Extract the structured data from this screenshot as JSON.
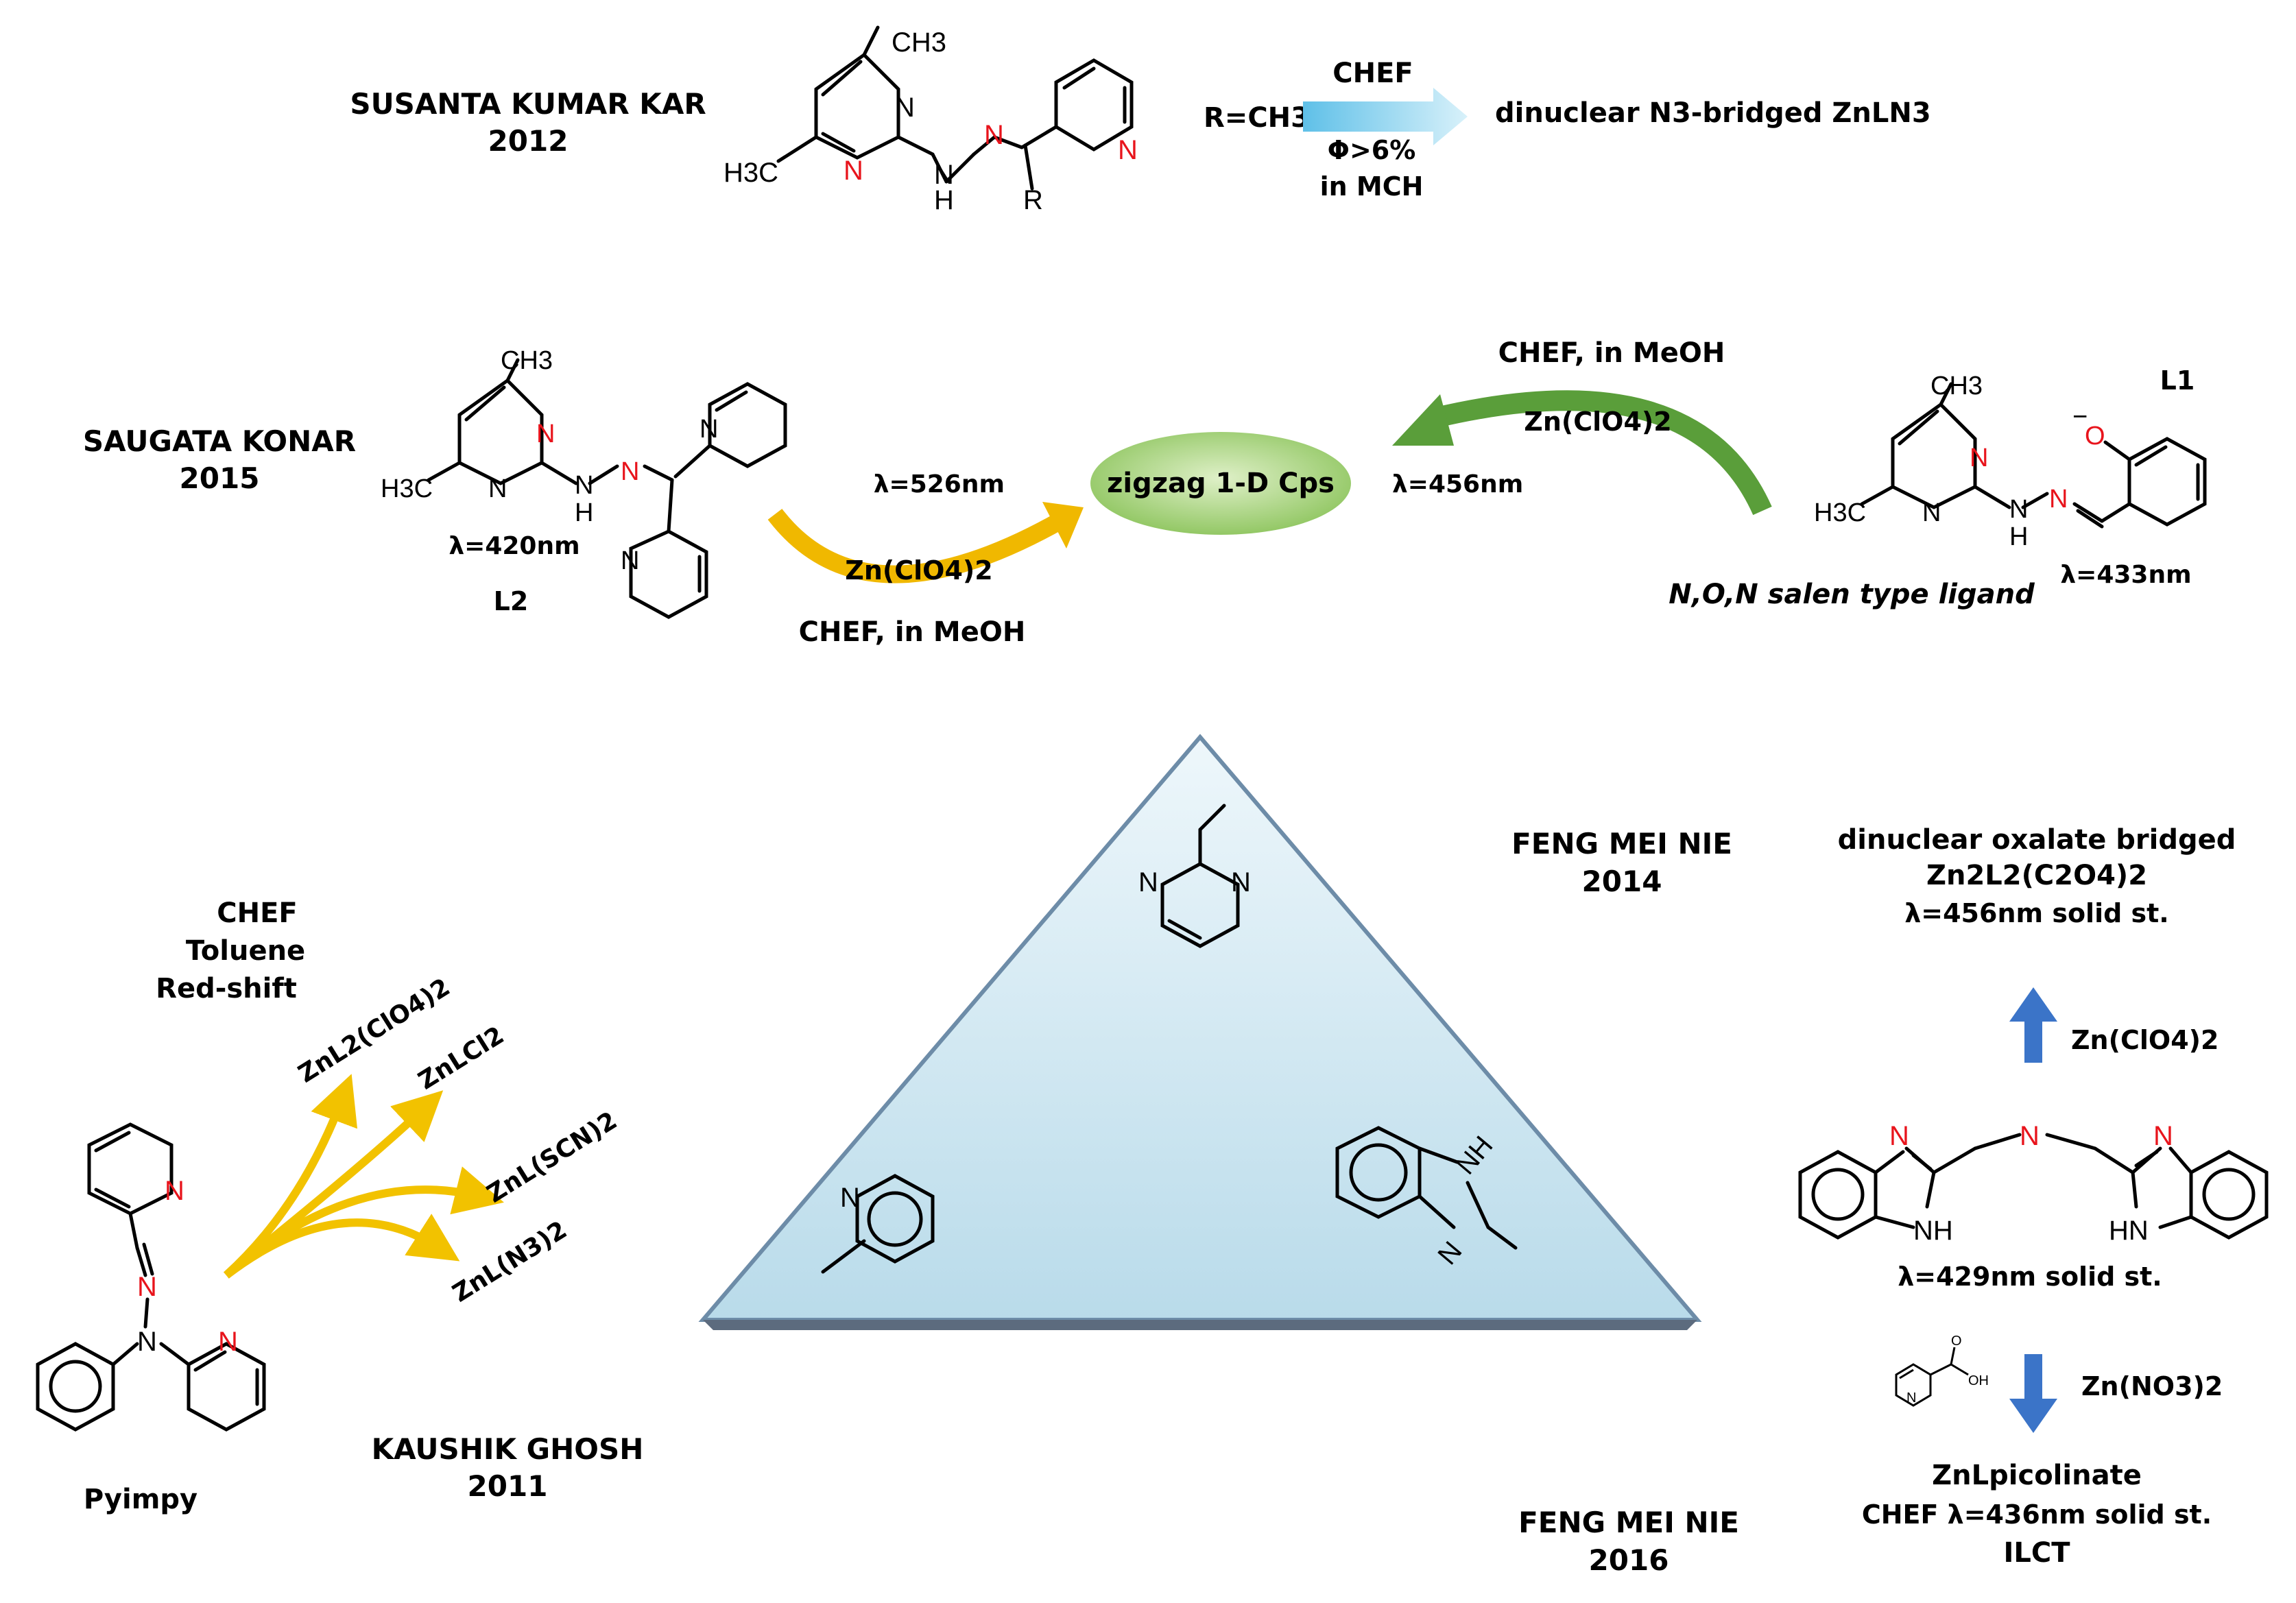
{
  "colors": {
    "nitrogen": "#e8141c",
    "oxygen": "#e8141c",
    "blue_arrow": "#3b74c8",
    "cyan_arrow": "#9fdcf0",
    "green_arrow": "#5a9e3a",
    "gold_arrow": "#f0b800",
    "ellipse": "#9fd070",
    "triangle_fill": "#cfe6f2",
    "triangle_base": "#5c6b7e"
  },
  "kar": {
    "name": "SUSANTA KUMAR KAR",
    "year": "2012",
    "r_label": "R=CH3",
    "arrow_top": "CHEF",
    "arrow_bottom_1": "Φ>6%",
    "arrow_bottom_2": "in MCH",
    "product": "dinuclear N3-bridged ZnLN3",
    "ligand_atoms": {
      "ch3": "CH3",
      "h3c": "H3C",
      "n": "N",
      "h": "H",
      "r": "R"
    }
  },
  "konar": {
    "name": "SAUGATA KONAR",
    "year": "2015",
    "center_label": "zigzag 1-D Cps",
    "left_lambda": "λ=526nm",
    "right_lambda": "λ=456nm",
    "left_reagent": "Zn(ClO4)2",
    "left_condition": "CHEF, in MeOH",
    "right_reagent": "Zn(ClO4)2",
    "right_condition": "CHEF, in MeOH",
    "l2_lambda": "λ=420nm",
    "l2_label": "L2",
    "l1_label": "L1",
    "l1_lambda": "λ=433nm",
    "l1_desc": "N,O,N salen type ligand",
    "ligand_atoms": {
      "ch3": "CH3",
      "h3c": "H3C",
      "n": "N",
      "h": "H",
      "o": "O"
    }
  },
  "ghosh": {
    "name": "KAUSHIK GHOSH",
    "year": "2011",
    "conditions": [
      "CHEF",
      "Toluene",
      "Red-shift"
    ],
    "products": [
      "ZnL2(ClO4)2",
      "ZnLCl2",
      "ZnL(SCN)2",
      "ZnL(N3)2"
    ],
    "ligand_name": "Pyimpy",
    "ligand_atoms": {
      "n": "N"
    }
  },
  "nie2014": {
    "name": "FENG MEI NIE",
    "year": "2014",
    "product_line_1": "dinuclear oxalate bridged",
    "product_line_2": "Zn2L2(C2O4)2",
    "product_line_3": "λ=456nm solid st.",
    "reagent_up": "Zn(ClO4)2",
    "ligand_lambda": "λ=429nm solid st.",
    "ligand_atoms": {
      "n": "N",
      "nh": "NH",
      "hn": "HN"
    }
  },
  "nie2016": {
    "name": "FENG MEI NIE",
    "year": "2016",
    "reagent_down": "Zn(NO3)2",
    "product_line_1": "ZnLpicolinate",
    "product_line_2": "CHEF λ=436nm solid st.",
    "product_line_3": "ILCT",
    "picolinic_atoms": {
      "n": "N",
      "o": "O",
      "oh": "OH"
    }
  },
  "triangle": {
    "atoms": {
      "n": "N",
      "nh": "NH"
    }
  }
}
